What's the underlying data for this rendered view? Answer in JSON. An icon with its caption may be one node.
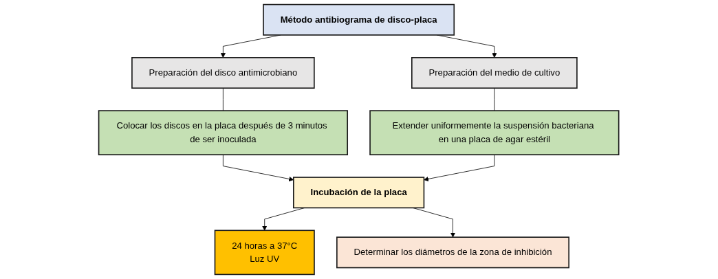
{
  "diagram": {
    "nodes": [
      {
        "text": [
          "Método antibiograma de disco-placa"
        ]
      },
      {
        "text": [
          "Preparación del disco antimicrobiano"
        ]
      },
      {
        "text": [
          "Preparación del medio de cultivo"
        ]
      },
      {
        "text": [
          "Colocar los discos en la placa después de 3 minutos de ser inoculada"
        ]
      },
      {
        "text": [
          "Extender uniformemente la suspensión bacteriana en una placa de agar estéril"
        ]
      },
      {
        "text": [
          "Incubación de la placa"
        ]
      },
      {
        "text": [
          "24 horas a 37°C",
          "Luz UV"
        ]
      },
      {
        "text": [
          "Determinar los diámetros de la zona de inhibición"
        ]
      }
    ],
    "edges": [
      {
        "from": 0,
        "to": 1,
        "arrow": "to"
      },
      {
        "from": 0,
        "to": 2,
        "arrow": "to"
      },
      {
        "from": 1,
        "to": 3,
        "arrow": "none"
      },
      {
        "from": 2,
        "to": 4,
        "arrow": "none"
      },
      {
        "from": 3,
        "to": 5,
        "arrow": "to"
      },
      {
        "from": 4,
        "to": 5,
        "arrow": "to"
      },
      {
        "from": 5,
        "to": 6,
        "arrow": "to"
      },
      {
        "from": 5,
        "to": 7,
        "arrow": "to"
      }
    ]
  }
}
